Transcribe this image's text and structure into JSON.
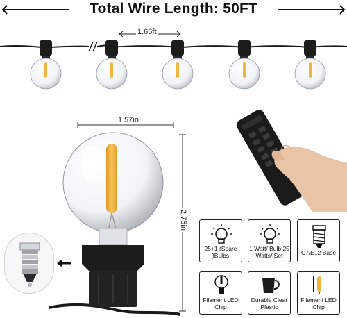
{
  "header": {
    "total_wire_length": "Total Wire Length: 50FT",
    "spacing_label": "1.66ft"
  },
  "bulb_dimensions": {
    "width_label": "1.57in",
    "height_label": "2.75in"
  },
  "features": [
    {
      "label": "25+1 (Spare )Bulbs",
      "icon": "bulb-icon"
    },
    {
      "label": "1 Watt/ Bulb 25 Watts/ Set",
      "icon": "bulb-watt-icon"
    },
    {
      "label": "C7/E12 Base",
      "icon": "socket-base-icon"
    },
    {
      "label": "Filament LED Chip",
      "icon": "filament-icon"
    },
    {
      "label": "Durable Clear Plastic",
      "icon": "cup-icon"
    },
    {
      "label": "Filament LED Chip",
      "icon": "filament-glow-icon"
    }
  ],
  "colors": {
    "wire": "#1a1a1a",
    "filament": "#f2b640",
    "socket": "#1c1c1c"
  }
}
